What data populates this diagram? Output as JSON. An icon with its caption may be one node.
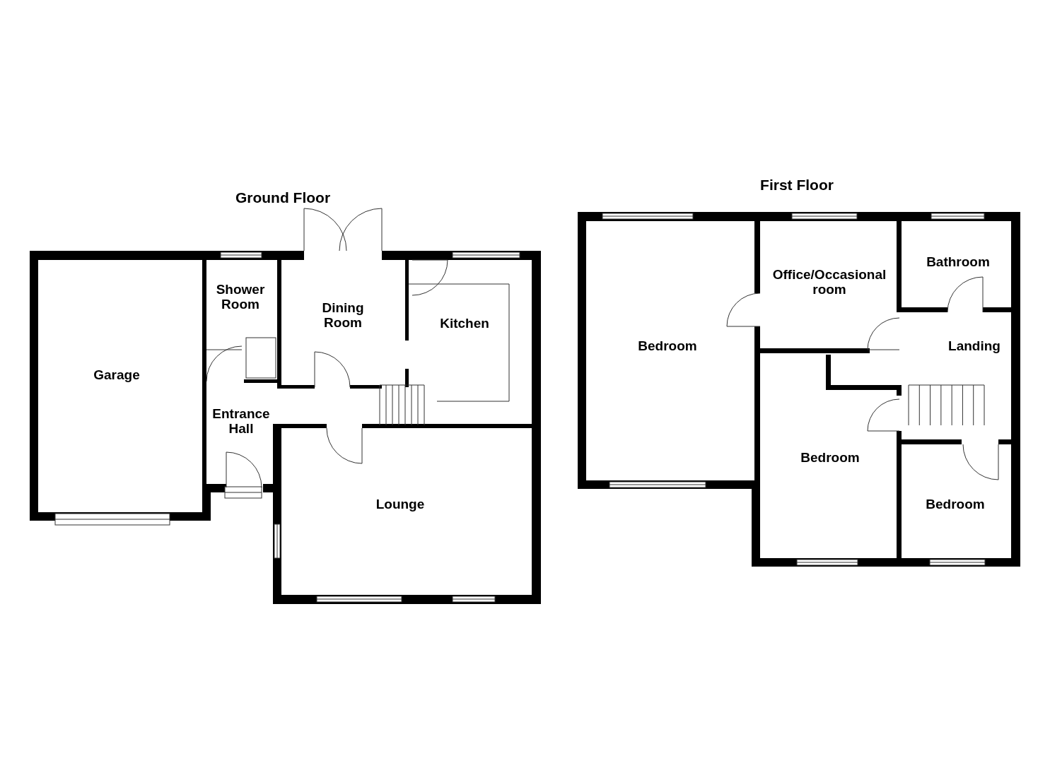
{
  "diagram": {
    "nodes": [
      {
        "text": [
          "Ground Floor"
        ]
      },
      {
        "text": [
          "Garage"
        ],
        "in": 0
      },
      {
        "text": [
          "Shower Room"
        ],
        "in": 0
      },
      {
        "text": [
          "Dining Room"
        ],
        "in": 0
      },
      {
        "text": [
          "Kitchen"
        ],
        "in": 0
      },
      {
        "text": [
          "Entrance Hall"
        ],
        "in": 0
      },
      {
        "text": [
          "Lounge"
        ],
        "in": 0
      },
      {
        "text": [
          "First Floor"
        ]
      },
      {
        "text": [
          "Bedroom"
        ],
        "in": 7
      },
      {
        "text": [
          "Office/Occasional room"
        ],
        "in": 7
      },
      {
        "text": [
          "Bathroom"
        ],
        "in": 7
      },
      {
        "text": [
          "Landing"
        ],
        "in": 7
      },
      {
        "text": [
          "Bedroom"
        ],
        "in": 7
      },
      {
        "text": [
          "Bedroom"
        ],
        "in": 7
      }
    ]
  }
}
